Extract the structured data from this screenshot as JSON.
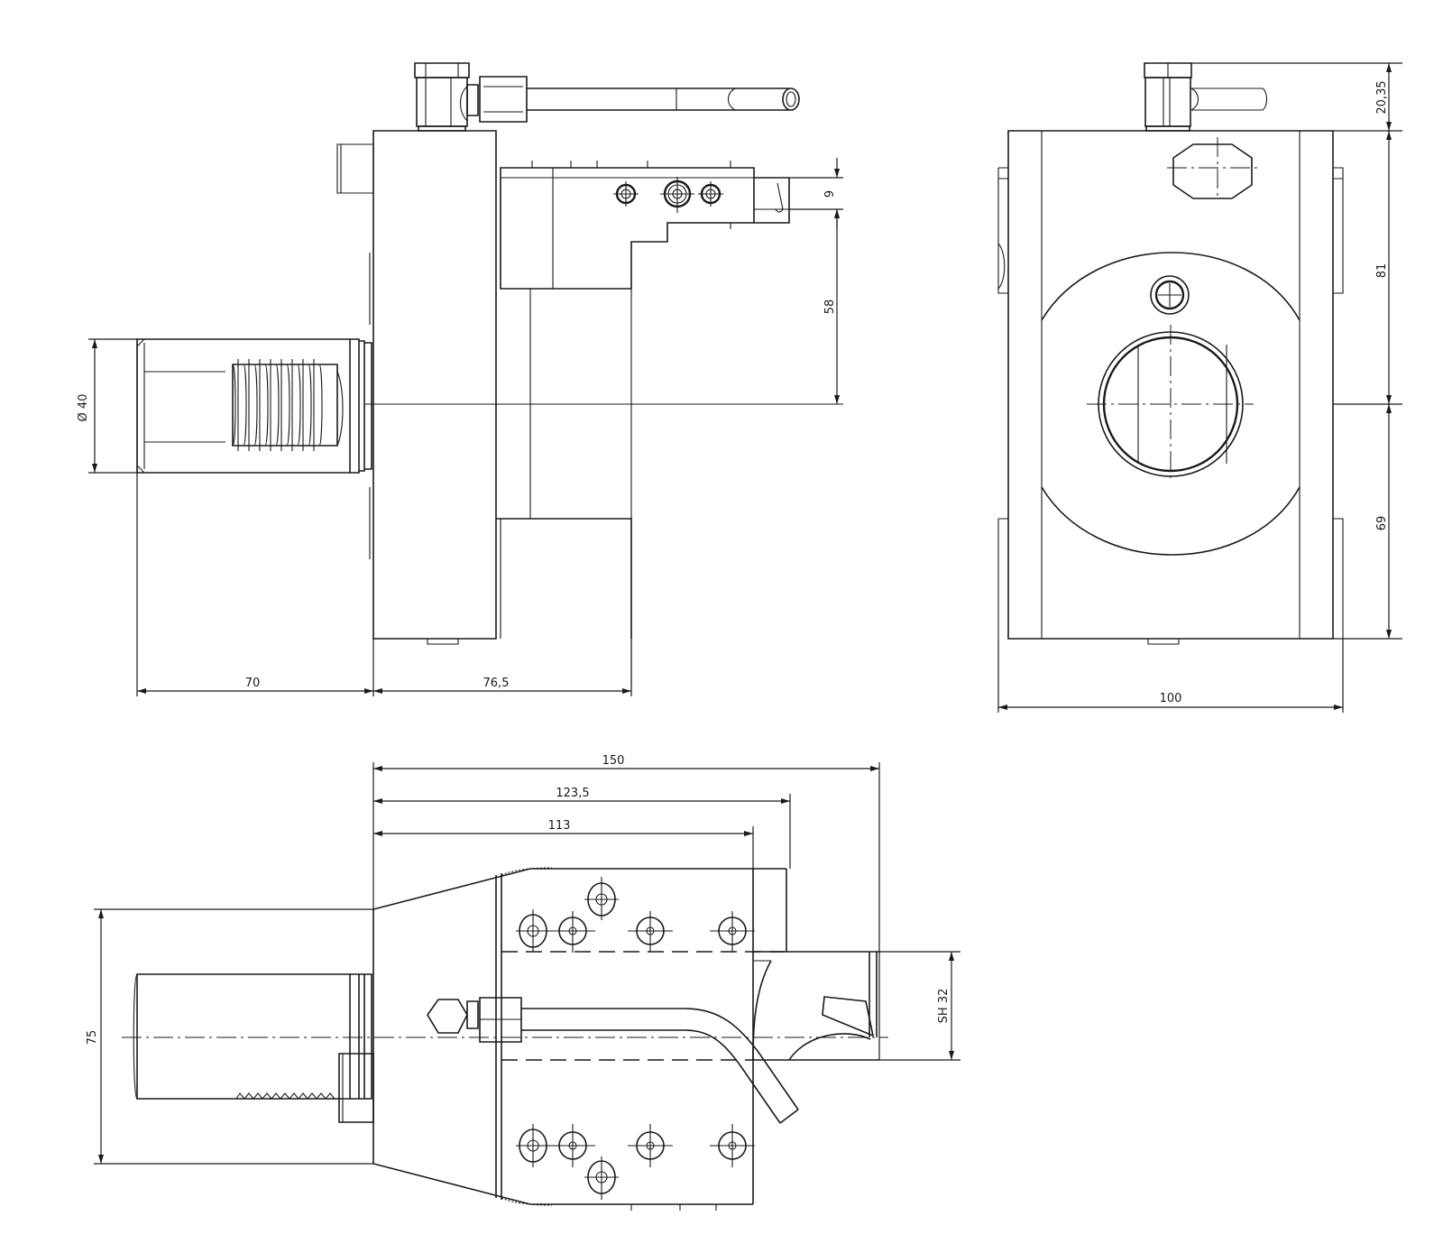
{
  "drawing": {
    "title": "Tool holder technical drawing",
    "line_color": "#1a1a1a",
    "background": "#ffffff"
  },
  "views": {
    "side_view": {
      "dimensions": {
        "shank_diameter": "Ø 40",
        "shank_length": "70",
        "body_to_tool": "76,5",
        "tool_height": "9",
        "center_height": "58"
      }
    },
    "front_view": {
      "dimensions": {
        "coupling_height": "20,35",
        "upper_height": "81",
        "lower_height": "69",
        "width": "100"
      }
    },
    "top_view": {
      "dimensions": {
        "overall_length": "150",
        "length_2": "123,5",
        "length_3": "113",
        "body_width": "75",
        "shank_height": "SH 32"
      }
    }
  }
}
